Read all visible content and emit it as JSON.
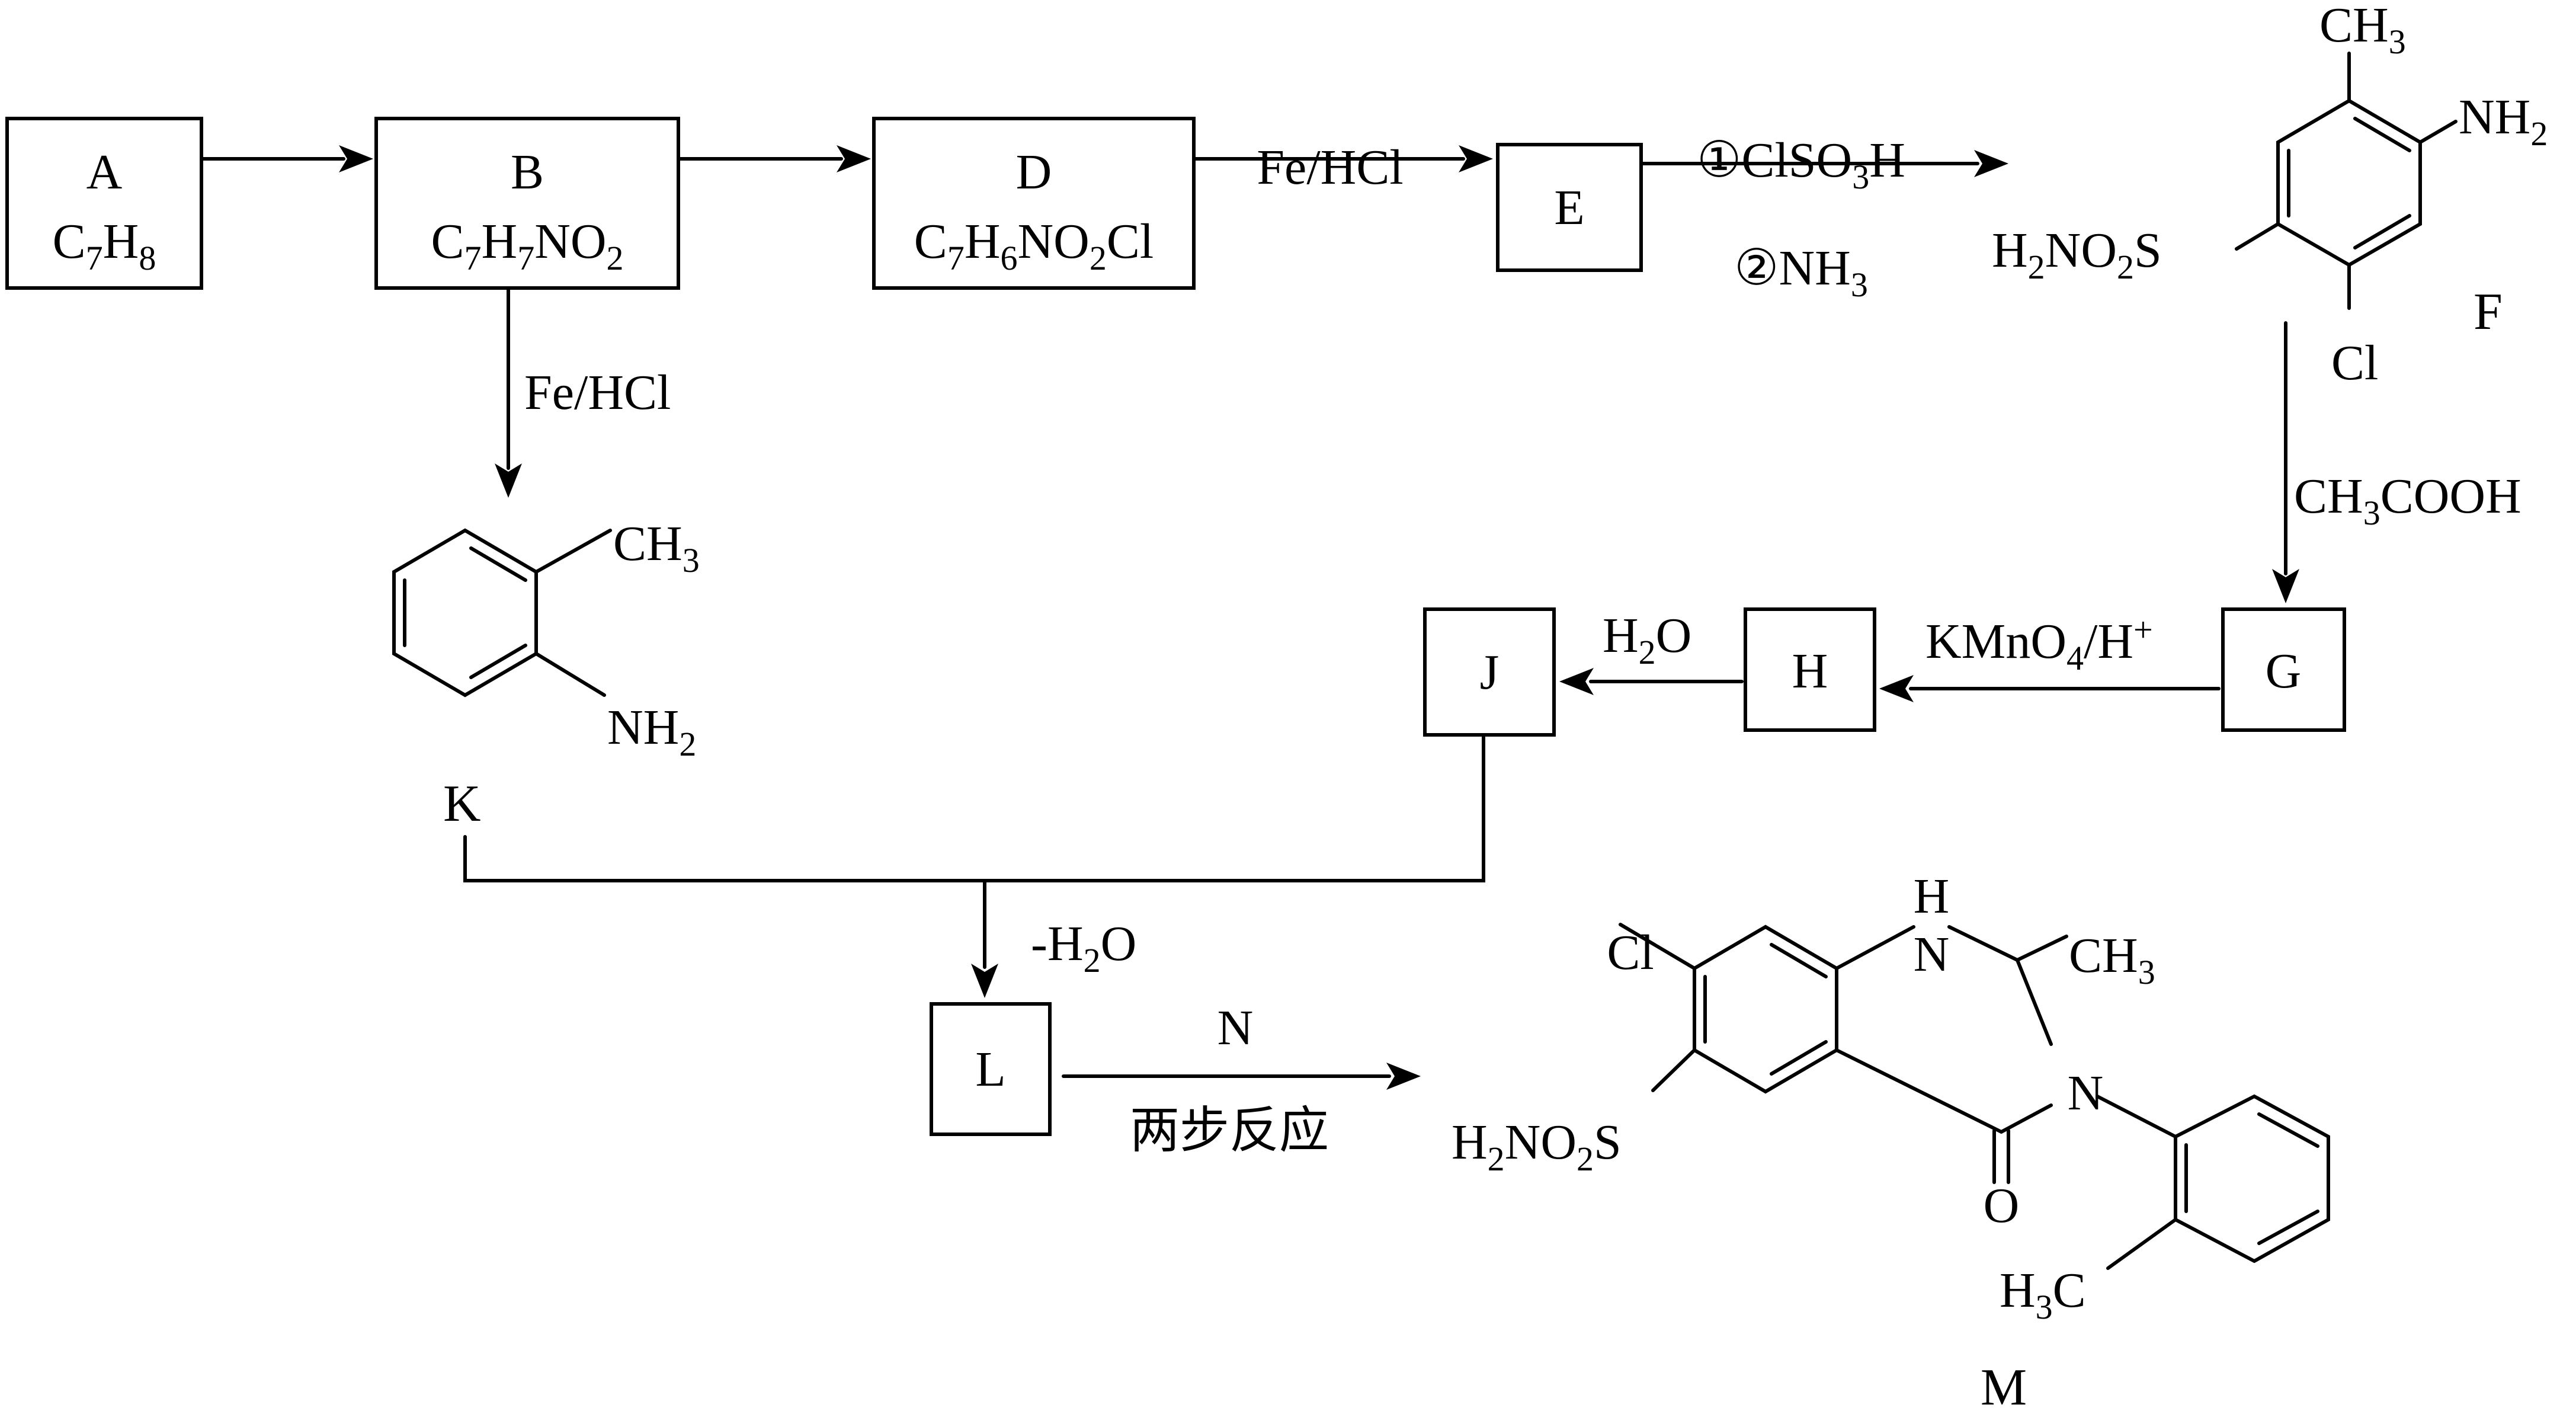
{
  "compounds": {
    "A": {
      "label": "A",
      "formula": [
        "C",
        "7",
        "H",
        "8"
      ]
    },
    "B": {
      "label": "B",
      "formula": [
        "C",
        "7",
        "H",
        "7",
        "NO",
        "2"
      ]
    },
    "D": {
      "label": "D",
      "formula": [
        "C",
        "7",
        "H",
        "6",
        "NO",
        "2",
        "Cl"
      ]
    },
    "E": {
      "label": "E"
    },
    "F": {
      "label": "F",
      "groups": {
        "ch3": [
          "CH",
          "3"
        ],
        "nh2": [
          "NH",
          "2"
        ],
        "cl": "Cl",
        "sulfonamide": [
          "H",
          "2",
          "NO",
          "2",
          "S"
        ]
      }
    },
    "G": {
      "label": "G"
    },
    "H": {
      "label": "H"
    },
    "J": {
      "label": "J"
    },
    "K": {
      "label": "K",
      "groups": {
        "ch3": [
          "CH",
          "3"
        ],
        "nh2": [
          "NH",
          "2"
        ]
      }
    },
    "L": {
      "label": "L"
    },
    "M": {
      "label": "M",
      "groups": {
        "cl": "Cl",
        "nh_h": "H",
        "nh_n": "N",
        "ch3": [
          "CH",
          "3"
        ],
        "n": "N",
        "o": "O",
        "sulfonamide": [
          "H",
          "2",
          "NO",
          "2",
          "S"
        ],
        "h3c": [
          "H",
          "3",
          "C"
        ]
      }
    }
  },
  "conditions": {
    "b_to_k": "Fe/HCl",
    "d_to_e": "Fe/HCl",
    "e_to_f_step1": [
      "①ClSO",
      "3",
      "H"
    ],
    "e_to_f_step2": [
      "②NH",
      "3"
    ],
    "f_to_g": [
      "CH",
      "3",
      "COOH"
    ],
    "g_to_h": [
      "KMnO",
      "4",
      "/H",
      "+"
    ],
    "h_to_j": [
      "H",
      "2",
      "O"
    ],
    "jk_to_l": [
      "-H",
      "2",
      "O"
    ],
    "l_to_m_reagent": "N",
    "l_to_m_note": "两步反应"
  }
}
